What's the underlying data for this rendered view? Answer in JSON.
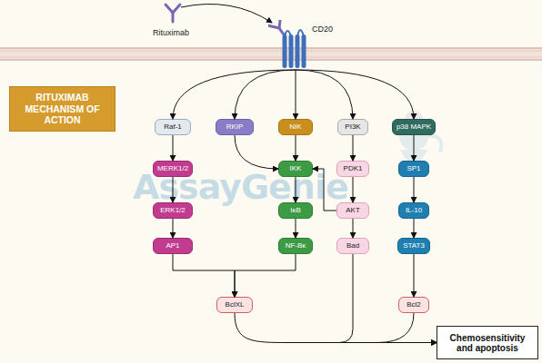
{
  "diagram": {
    "nodes": [
      {
        "text": [
          "Rituximab"
        ]
      },
      {
        "text": [
          "CD20"
        ]
      },
      {
        "text": [
          "RITUXIMAB MECHANISM OF ACTION"
        ]
      },
      {
        "text": [
          "Raf-1"
        ]
      },
      {
        "text": [
          "RKIP"
        ]
      },
      {
        "text": [
          "NIK"
        ]
      },
      {
        "text": [
          "PI3K"
        ]
      },
      {
        "text": [
          "p38 MAPK"
        ]
      },
      {
        "text": [
          "MERK1/2"
        ]
      },
      {
        "text": [
          "IKK"
        ]
      },
      {
        "text": [
          "PDK1"
        ]
      },
      {
        "text": [
          "SP1"
        ]
      },
      {
        "text": [
          "ERK1/2"
        ]
      },
      {
        "text": [
          "IκB"
        ]
      },
      {
        "text": [
          "AKT"
        ]
      },
      {
        "text": [
          "IL-10"
        ]
      },
      {
        "text": [
          "AP1"
        ]
      },
      {
        "text": [
          "NF-Bκ"
        ]
      },
      {
        "text": [
          "Bad"
        ]
      },
      {
        "text": [
          "STAT3"
        ]
      },
      {
        "text": [
          "BclXL"
        ]
      },
      {
        "text": [
          "Bcl2"
        ]
      },
      {
        "text": [
          "Chemosensitivity and apoptosis"
        ]
      }
    ],
    "edges": [
      {
        "from": 0,
        "to": 1,
        "arrow": "to"
      },
      {
        "from": 1,
        "to": 3,
        "arrow": "to"
      },
      {
        "from": 1,
        "to": 4,
        "arrow": "to"
      },
      {
        "from": 1,
        "to": 5,
        "arrow": "to"
      },
      {
        "from": 1,
        "to": 6,
        "arrow": "to"
      },
      {
        "from": 1,
        "to": 7,
        "arrow": "to"
      },
      {
        "from": 3,
        "to": 8,
        "arrow": "to"
      },
      {
        "from": 8,
        "to": 12,
        "arrow": "to"
      },
      {
        "from": 12,
        "to": 16,
        "arrow": "to"
      },
      {
        "from": 4,
        "to": 9,
        "arrow": "to"
      },
      {
        "from": 5,
        "to": 9,
        "arrow": "to"
      },
      {
        "from": 9,
        "to": 13,
        "arrow": "to"
      },
      {
        "from": 13,
        "to": 17,
        "arrow": "to"
      },
      {
        "from": 14,
        "to": 9,
        "arrow": "to"
      },
      {
        "from": 6,
        "to": 10,
        "arrow": "to"
      },
      {
        "from": 10,
        "to": 14,
        "arrow": "to"
      },
      {
        "from": 14,
        "to": 18,
        "arrow": "to"
      },
      {
        "from": 7,
        "to": 11,
        "arrow": "to"
      },
      {
        "from": 11,
        "to": 15,
        "arrow": "to"
      },
      {
        "from": 15,
        "to": 19,
        "arrow": "to"
      },
      {
        "from": 19,
        "to": 21,
        "arrow": "to"
      },
      {
        "from": 16,
        "to": 20,
        "arrow": "to"
      },
      {
        "from": 17,
        "to": 20,
        "arrow": "to"
      },
      {
        "from": 20,
        "to": 22,
        "arrow": "to"
      },
      {
        "from": 18,
        "to": 22,
        "arrow": "to"
      },
      {
        "from": 21,
        "to": 22,
        "arrow": "to"
      }
    ],
    "labels": [
      "AssayGenie"
    ]
  }
}
